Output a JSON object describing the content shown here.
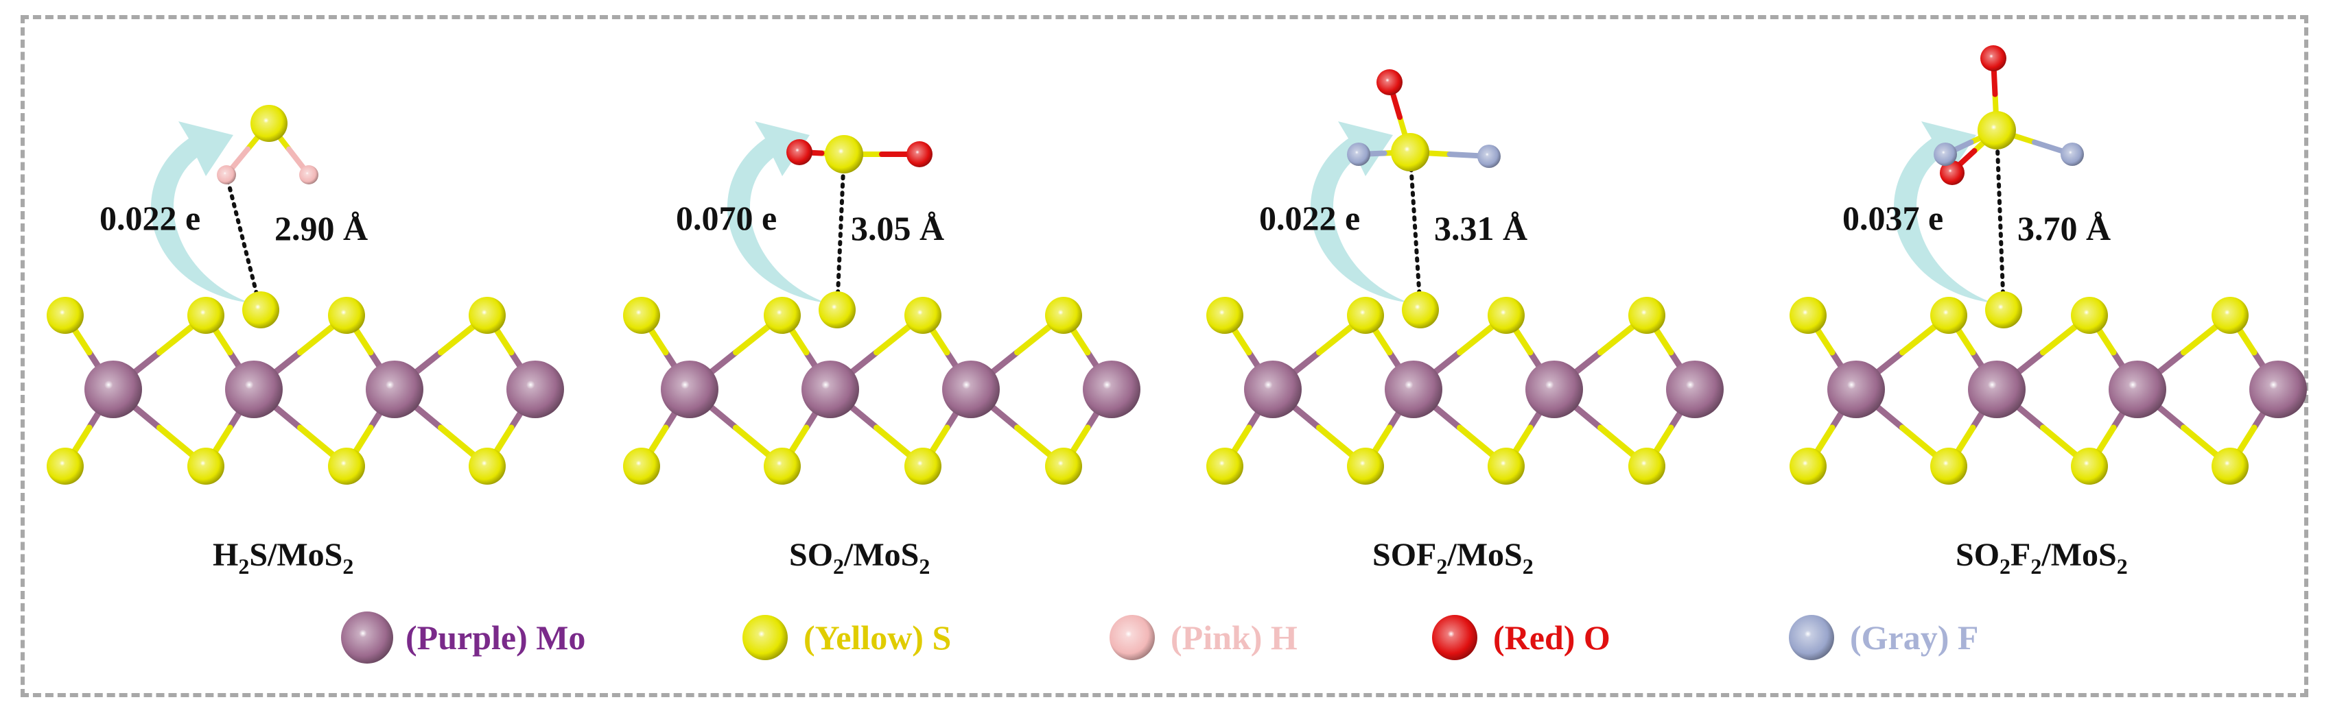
{
  "colors": {
    "mo": "#9c6a8e",
    "s": "#e6e600",
    "h": "#f2b8b8",
    "o": "#e01010",
    "f": "#9aa6cc",
    "arrow": "#b5e3e3",
    "frame": "#a8a8a8"
  },
  "panels": [
    {
      "label_main": "H",
      "label_sub1": "2",
      "label_mid": "S/MoS",
      "label_sub2": "2",
      "label_tail": "",
      "charge": "0.022 e",
      "distance": "2.90 Å",
      "molecule": "H2S"
    },
    {
      "label_main": "SO",
      "label_sub1": "2",
      "label_mid": "/MoS",
      "label_sub2": "2",
      "label_tail": "",
      "charge": "0.070 e",
      "distance": "3.05 Å",
      "molecule": "SO2"
    },
    {
      "label_main": "SOF",
      "label_sub1": "2",
      "label_mid": "/MoS",
      "label_sub2": "2",
      "label_tail": "",
      "charge": "0.022 e",
      "distance": "3.31 Å",
      "molecule": "SOF2"
    },
    {
      "label_main": "SO",
      "label_sub1": "2",
      "label_mid": "F",
      "label_sub2": "2",
      "label_tail": "/MoS",
      "label_sub3": "2",
      "charge": "0.037 e",
      "distance": "3.70 Å",
      "molecule": "SO2F2"
    }
  ],
  "legend": [
    {
      "text": "(Purple) Mo",
      "color": "#7a2a8a",
      "ball": "mo"
    },
    {
      "text": "(Yellow) S",
      "color": "#e0cc00",
      "ball": "s"
    },
    {
      "text": "(Pink) H",
      "color": "#f2c0c0",
      "ball": "h"
    },
    {
      "text": "(Red) O",
      "color": "#e01010",
      "ball": "o"
    },
    {
      "text": "(Gray) F",
      "color": "#a8b2d6",
      "ball": "f"
    }
  ]
}
